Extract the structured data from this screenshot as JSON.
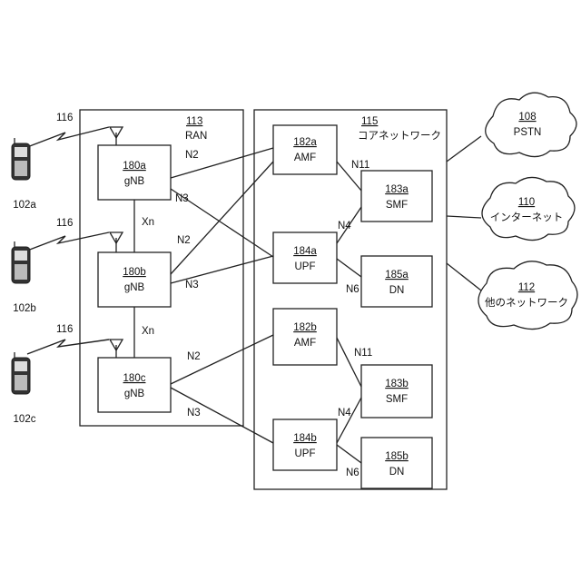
{
  "colors": {
    "line": "#222222",
    "background": "#ffffff"
  },
  "ran": {
    "ref": "113",
    "label": "RAN"
  },
  "core": {
    "ref": "115",
    "label": "コアネットワーク"
  },
  "wtrus": [
    {
      "ref": "102a",
      "link": "116",
      "icon": "mobile-phone-icon"
    },
    {
      "ref": "102b",
      "link": "116",
      "icon": "mobile-phone-icon"
    },
    {
      "ref": "102c",
      "link": "116",
      "icon": "mobile-phone-icon"
    }
  ],
  "gnbs": [
    {
      "ref": "180a",
      "label": "gNB"
    },
    {
      "ref": "180b",
      "label": "gNB"
    },
    {
      "ref": "180c",
      "label": "gNB"
    }
  ],
  "amfs": [
    {
      "ref": "182a",
      "label": "AMF"
    },
    {
      "ref": "182b",
      "label": "AMF"
    }
  ],
  "upfs": [
    {
      "ref": "184a",
      "label": "UPF"
    },
    {
      "ref": "184b",
      "label": "UPF"
    }
  ],
  "smfs": [
    {
      "ref": "183a",
      "label": "SMF"
    },
    {
      "ref": "183b",
      "label": "SMF"
    }
  ],
  "dns": [
    {
      "ref": "185a",
      "label": "DN"
    },
    {
      "ref": "185b",
      "label": "DN"
    }
  ],
  "networks": [
    {
      "ref": "108",
      "label": "PSTN"
    },
    {
      "ref": "110",
      "label": "インターネット"
    },
    {
      "ref": "112",
      "label": "他のネットワーク"
    }
  ],
  "interfaces": {
    "xn": "Xn",
    "n2": "N2",
    "n3": "N3",
    "n4": "N4",
    "n6": "N6",
    "n11": "N11"
  }
}
